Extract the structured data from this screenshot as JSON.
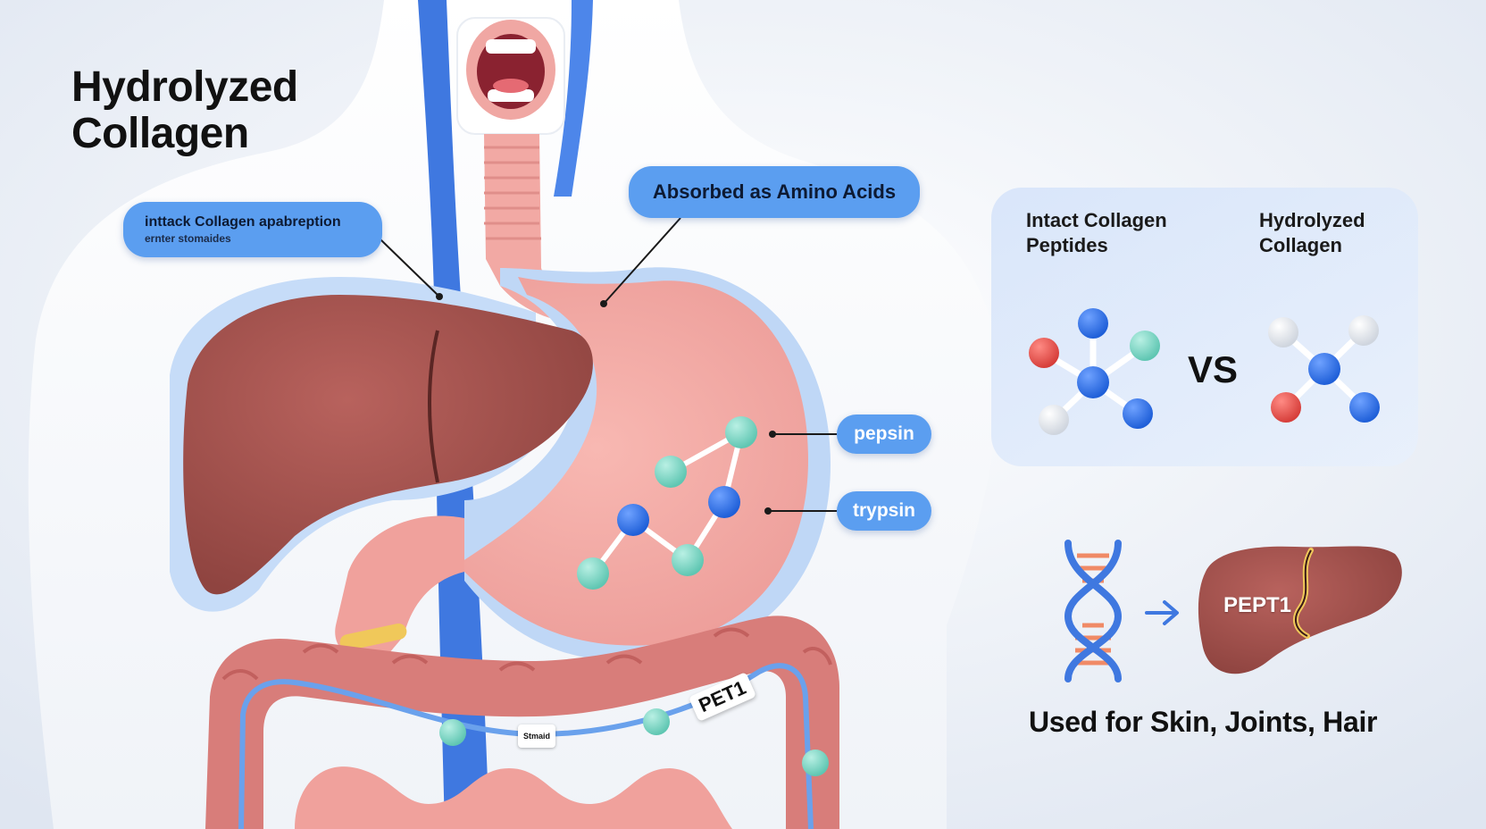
{
  "title": "Hydrolyzed\nCollagen",
  "callouts": {
    "absorbed": "Absorbed as Amino Acids",
    "intact_line1": "inttack Collagen apabreption",
    "intact_line2": "ernter stomaides",
    "pepsin": "pepsin",
    "trypsin": "trypsin"
  },
  "intestine_tags": {
    "transporter": "PET1",
    "small": "Stmaid"
  },
  "comparison": {
    "left_heading": "Intact Collagen\nPeptides",
    "right_heading": "Hydrolyzed\nCollagen",
    "separator": "VS"
  },
  "liver_label": "PEPT1",
  "uses": "Used for Skin, Joints, Hair",
  "colors": {
    "esophagus_blue": "#3f78e0",
    "pill_blue": "#5b9ef0",
    "stomach_pink": "#f1a3a0",
    "liver_brown": "#a9534f",
    "intestine_pink": "#d97a78",
    "node_teal": "#7fd6c4",
    "node_blue": "#2f6fe6",
    "node_red": "#e5534f",
    "panel_bg": "#dbe8fb"
  }
}
